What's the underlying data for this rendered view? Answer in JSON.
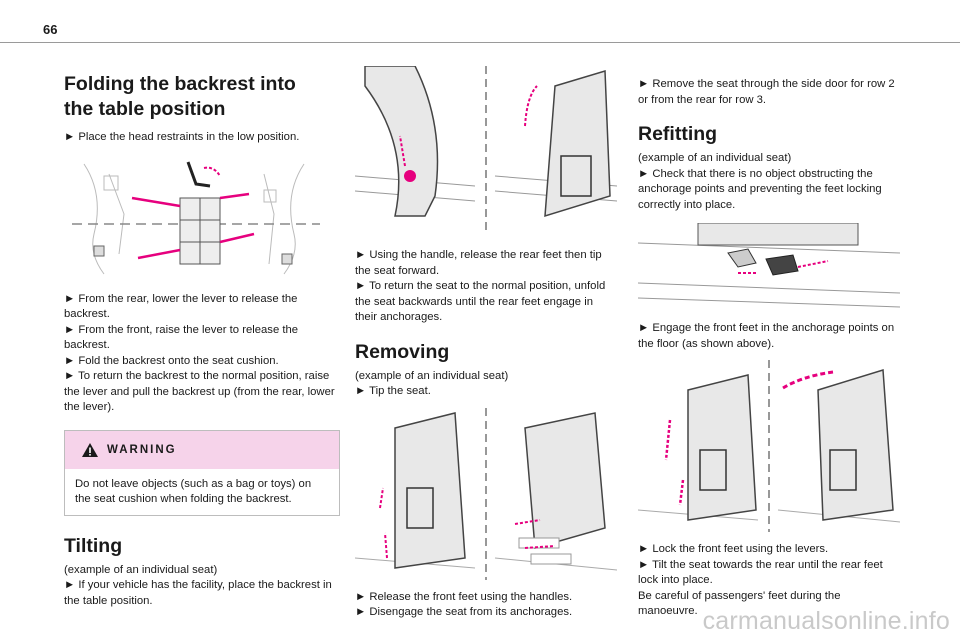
{
  "page_number": "66",
  "col1": {
    "title_line1": "Folding the backrest into",
    "title_line2": "the table position",
    "step1": "► Place the head restraints in the low position.",
    "steps": [
      "► From the rear, lower the lever to release the backrest.",
      "► From the front, raise the lever to release the backrest.",
      "► Fold the backrest onto the seat cushion.",
      "► To return the backrest to the normal position, raise the lever and pull the backrest up (from the rear, lower the lever)."
    ],
    "warning": {
      "title": "WARNING",
      "text": "Do not leave objects (such as a bag or toys) on the seat cushion when folding the backrest."
    },
    "tilting": {
      "title": "Tilting",
      "example": "(example of an individual seat)",
      "step": "► If your vehicle has the facility, place the backrest in the table position."
    }
  },
  "col2": {
    "steps": [
      "► Using the handle, release the rear feet then tip the seat forward.",
      "► To return the seat to the normal position, unfold the seat backwards until the rear feet engage in their anchorages."
    ],
    "removing": {
      "title": "Removing",
      "example": "(example of an individual seat)",
      "step": "► Tip the seat."
    },
    "after_steps": [
      "► Release the front feet using the handles.",
      "► Disengage the seat from its anchorages."
    ]
  },
  "col3": {
    "intro": "► Remove the seat through the side door for row 2 or from the rear for row 3.",
    "refitting": {
      "title": "Refitting",
      "example": "(example of an individual seat)",
      "step": "► Check that there is no object obstructing the anchorage points and preventing the feet locking correctly into place."
    },
    "engage": "► Engage the front feet in the anchorage points on the floor (as shown above).",
    "lock_steps": [
      "► Lock the front feet using the levers.",
      "► Tilt the seat towards the rear until the rear feet lock into place."
    ],
    "caution": "Be careful of passengers' feet during the manoeuvre."
  },
  "watermark": "carmanualsonline.info",
  "colors": {
    "accent_magenta": "#e6007e",
    "warning_bg": "#f6d3ea",
    "rule": "#9a9a9a"
  }
}
